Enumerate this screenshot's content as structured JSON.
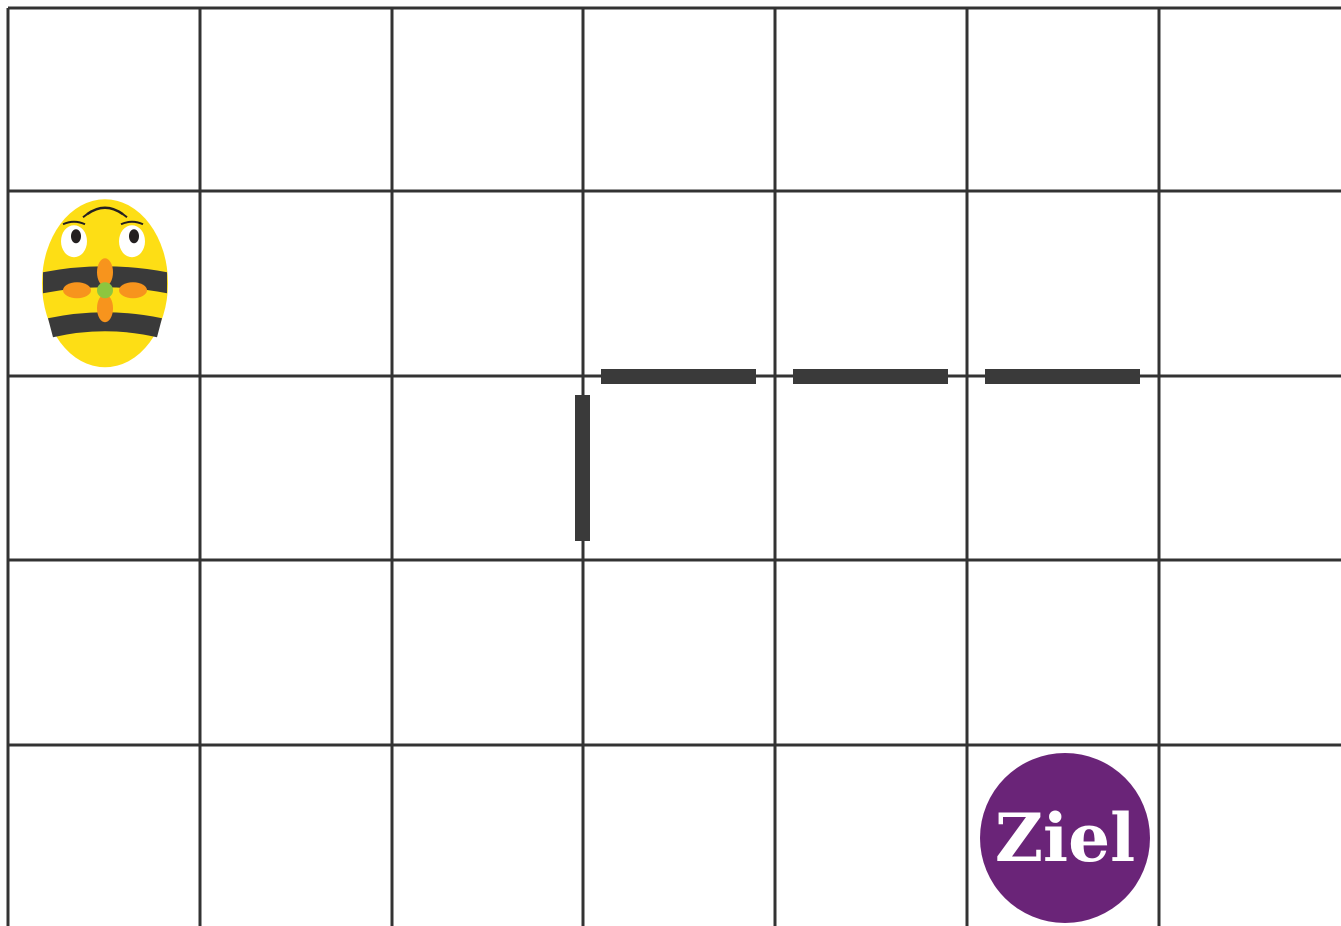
{
  "board": {
    "columns": 7,
    "rows": 5,
    "grid_color": "#333333",
    "background": "#ffffff"
  },
  "robot": {
    "icon": "bee-bot-icon",
    "column": 0,
    "row": 1,
    "body_color": "#FDDE15",
    "stripe_color": "#3A3A3A",
    "button_color": "#F7941D",
    "center_button_color": "#8DC63F"
  },
  "walls": {
    "color": "#3A3A3A",
    "items": [
      {
        "side": "left",
        "column": 3,
        "row": 2
      },
      {
        "side": "top",
        "column": 3,
        "row": 2
      },
      {
        "side": "top",
        "column": 4,
        "row": 2
      },
      {
        "side": "top",
        "column": 5,
        "row": 2
      }
    ]
  },
  "goal": {
    "label": "Ziel",
    "column": 5,
    "row": 4,
    "color": "#6A2478",
    "text_color": "#ffffff"
  }
}
